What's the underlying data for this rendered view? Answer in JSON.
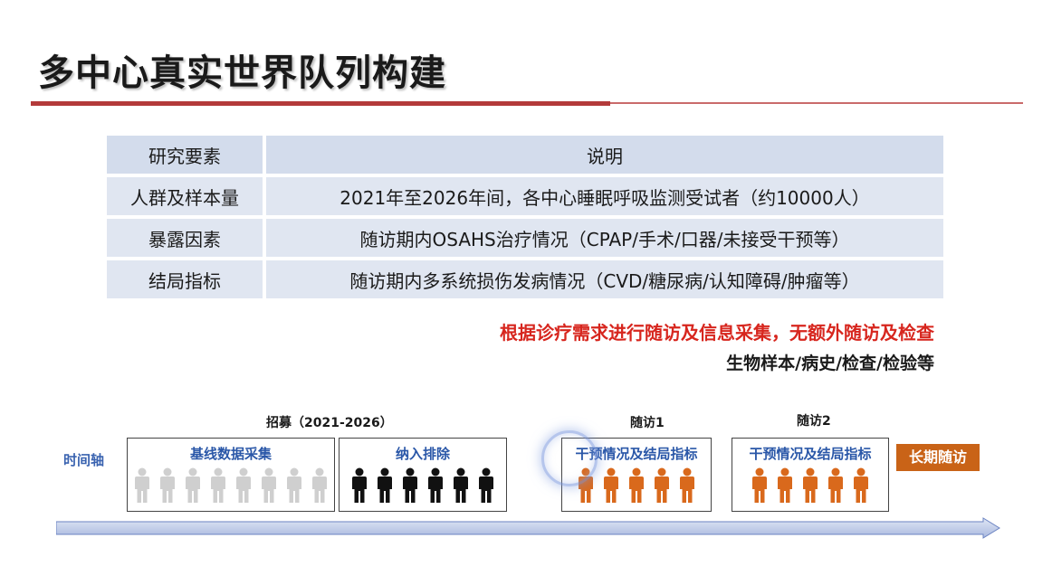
{
  "title": "多中心真实世界队列构建",
  "table": {
    "headers": [
      "研究要素",
      "说明"
    ],
    "rows": [
      [
        "人群及样本量",
        "2021年至2026年间，各中心睡眠呼吸监测受试者（约10000人）"
      ],
      [
        "暴露因素",
        "随访期内OSAHS治疗情况（CPAP/手术/口器/未接受干预等）"
      ],
      [
        "结局指标",
        "随访期内多系统损伤发病情况（CVD/糖尿病/认知障碍/肿瘤等）"
      ]
    ]
  },
  "notes": {
    "red": "根据诊疗需求进行随访及信息采集，无额外随访及检查",
    "black": "生物样本/病史/检查/检验等"
  },
  "timeline": {
    "axis_label": "时间轴",
    "recruit_label": "招募（2021-2026）",
    "followup1_label": "随访1",
    "followup2_label": "随访2",
    "box_baseline": "基线数据采集",
    "box_inclusion": "纳入排除",
    "box_followup1": "干预情况及结局指标",
    "box_followup2": "干预情况及结局指标",
    "long_term": "长期随访"
  },
  "colors": {
    "title_rule": "#b33a3a",
    "note_red": "#d7261e",
    "box_title_blue": "#2a57a8",
    "person_gray": "#cfcfcf",
    "person_black": "#111111",
    "person_orange": "#d9691c",
    "long_term_bg": "#c96317",
    "arrow_fill": "#b9c7e6"
  },
  "icons": {
    "person_icon": "person-silhouette-icon"
  }
}
